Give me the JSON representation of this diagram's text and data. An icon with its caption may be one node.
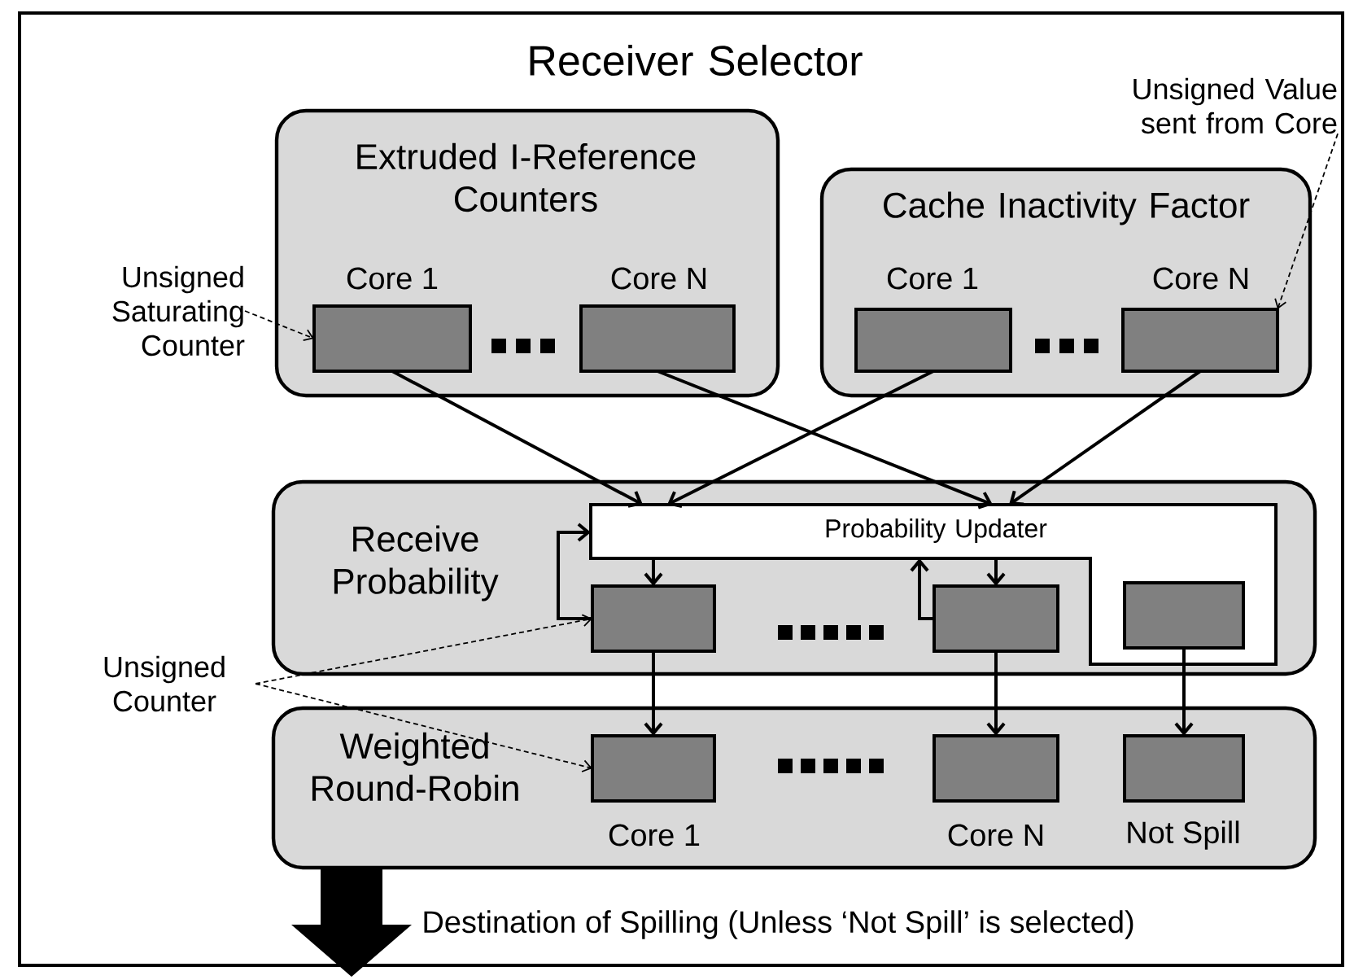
{
  "diagram": {
    "nodes": [
      {
        "text": [
          "Receiver Selector"
        ]
      },
      {
        "text": [
          "Extruded I-Reference Counters"
        ],
        "in": 0
      },
      {
        "text": [],
        "shape": "box",
        "in": 1,
        "beside": [
          "Core 1"
        ]
      },
      {
        "text": [],
        "shape": "box",
        "in": 1,
        "beside": [
          "Core N"
        ]
      },
      {
        "text": [
          "Cache Inactivity Factor"
        ],
        "in": 0
      },
      {
        "text": [],
        "shape": "box",
        "in": 4,
        "beside": [
          "Core 1"
        ]
      },
      {
        "text": [],
        "shape": "box",
        "in": 4,
        "beside": [
          "Core N"
        ]
      },
      {
        "text": [
          "Receive Probability"
        ],
        "in": 0
      },
      {
        "text": [
          "Probability Updater"
        ],
        "in": 7
      },
      {
        "text": [],
        "shape": "box",
        "in": 7
      },
      {
        "text": [],
        "shape": "box",
        "in": 7
      },
      {
        "text": [],
        "shape": "box",
        "in": 8
      },
      {
        "text": [
          "Weighted Round-Robin"
        ],
        "in": 0
      },
      {
        "text": [],
        "shape": "box",
        "in": 12,
        "beside": [
          "Core 1"
        ]
      },
      {
        "text": [],
        "shape": "box",
        "in": 12,
        "beside": [
          "Core N"
        ]
      },
      {
        "text": [],
        "shape": "box",
        "in": 12,
        "beside": [
          "Not Spill"
        ]
      },
      {
        "text": [
          "Unsigned Saturating Counter"
        ],
        "in": 0
      },
      {
        "text": [
          "Unsigned Value sent from Core"
        ],
        "in": 0
      },
      {
        "text": [
          "Unsigned Counter"
        ],
        "in": 0
      }
    ],
    "edges": [
      {
        "from": 2,
        "to": 8,
        "arrow": "to"
      },
      {
        "from": 3,
        "to": 8,
        "arrow": "to"
      },
      {
        "from": 5,
        "to": 8,
        "arrow": "to"
      },
      {
        "from": 6,
        "to": 8,
        "arrow": "to"
      },
      {
        "from": 8,
        "to": 9,
        "arrow": "to"
      },
      {
        "from": 8,
        "to": 10,
        "arrow": "to"
      },
      {
        "from": 9,
        "to": 8,
        "arrow": "to"
      },
      {
        "from": 10,
        "to": 8,
        "arrow": "to"
      },
      {
        "from": 9,
        "to": 13,
        "arrow": "to"
      },
      {
        "from": 10,
        "to": 14,
        "arrow": "to"
      },
      {
        "from": 11,
        "to": 15,
        "arrow": "to"
      },
      {
        "from": 16,
        "to": 2,
        "arrow": "to",
        "style": "dashed"
      },
      {
        "from": 17,
        "to": 6,
        "arrow": "to",
        "style": "dashed"
      },
      {
        "from": 18,
        "to": 9,
        "arrow": "to",
        "style": "dashed"
      },
      {
        "from": 18,
        "to": 13,
        "arrow": "to",
        "style": "dashed"
      },
      {
        "from": 12,
        "to": null,
        "arrow": "to",
        "style": "thick",
        "label": "Destination of Spilling (Unless ‘Not Spill’ is selected)"
      }
    ]
  }
}
